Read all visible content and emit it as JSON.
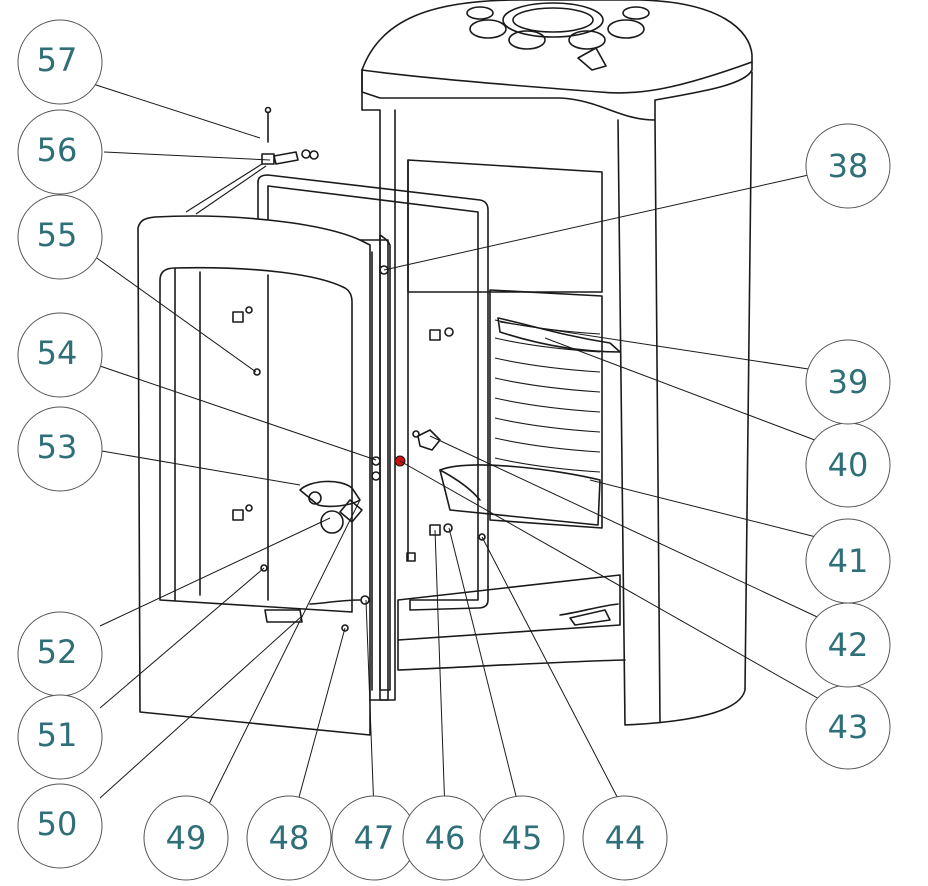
{
  "callouts": [
    {
      "id": "57",
      "label": "57"
    },
    {
      "id": "56",
      "label": "56"
    },
    {
      "id": "55",
      "label": "55"
    },
    {
      "id": "54",
      "label": "54"
    },
    {
      "id": "53",
      "label": "53"
    },
    {
      "id": "52",
      "label": "52"
    },
    {
      "id": "51",
      "label": "51"
    },
    {
      "id": "50",
      "label": "50"
    },
    {
      "id": "49",
      "label": "49"
    },
    {
      "id": "48",
      "label": "48"
    },
    {
      "id": "47",
      "label": "47"
    },
    {
      "id": "46",
      "label": "46"
    },
    {
      "id": "45",
      "label": "45"
    },
    {
      "id": "44",
      "label": "44"
    },
    {
      "id": "43",
      "label": "43"
    },
    {
      "id": "42",
      "label": "42"
    },
    {
      "id": "41",
      "label": "41"
    },
    {
      "id": "40",
      "label": "40"
    },
    {
      "id": "39",
      "label": "39"
    },
    {
      "id": "38",
      "label": "38"
    }
  ],
  "colors": {
    "callout_text": "#2e6f78",
    "line": "#1a1a1a",
    "marker_red": "#cc1111"
  }
}
